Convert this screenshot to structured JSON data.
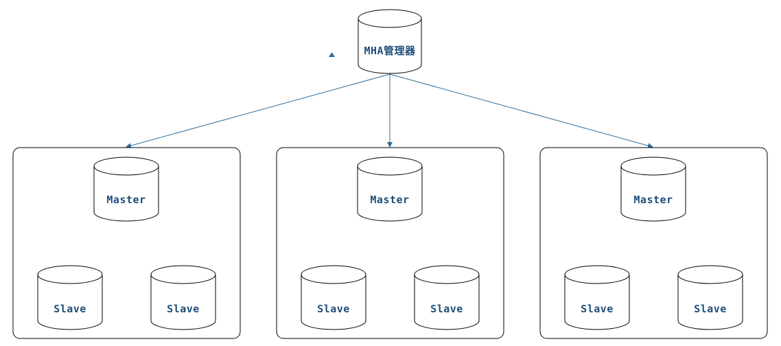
{
  "colors": {
    "stroke": "#000000",
    "arrow": "#2e6c99",
    "label": "#1e4e7a",
    "fill": "#ffffff"
  },
  "manager": {
    "label": "MHA管理器"
  },
  "groups": [
    {
      "master": "Master",
      "slaves": [
        "Slave",
        "Slave"
      ]
    },
    {
      "master": "Master",
      "slaves": [
        "Slave",
        "Slave"
      ]
    },
    {
      "master": "Master",
      "slaves": [
        "Slave",
        "Slave"
      ]
    }
  ]
}
